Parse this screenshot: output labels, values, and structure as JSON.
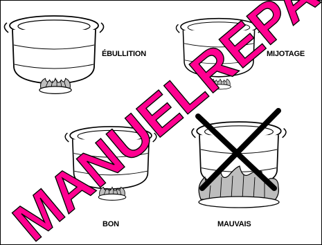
{
  "labels": {
    "boiling": "ÉBULLITION",
    "simmering": "MIJOTAGE",
    "good": "BON",
    "bad": "MAUVAIS"
  },
  "watermark": {
    "text": "MANUELREPAIR.COM",
    "color": "#ff0090"
  },
  "colors": {
    "ink": "#000000",
    "paper": "#ffffff",
    "flame_fill": "#bdbdbd"
  }
}
